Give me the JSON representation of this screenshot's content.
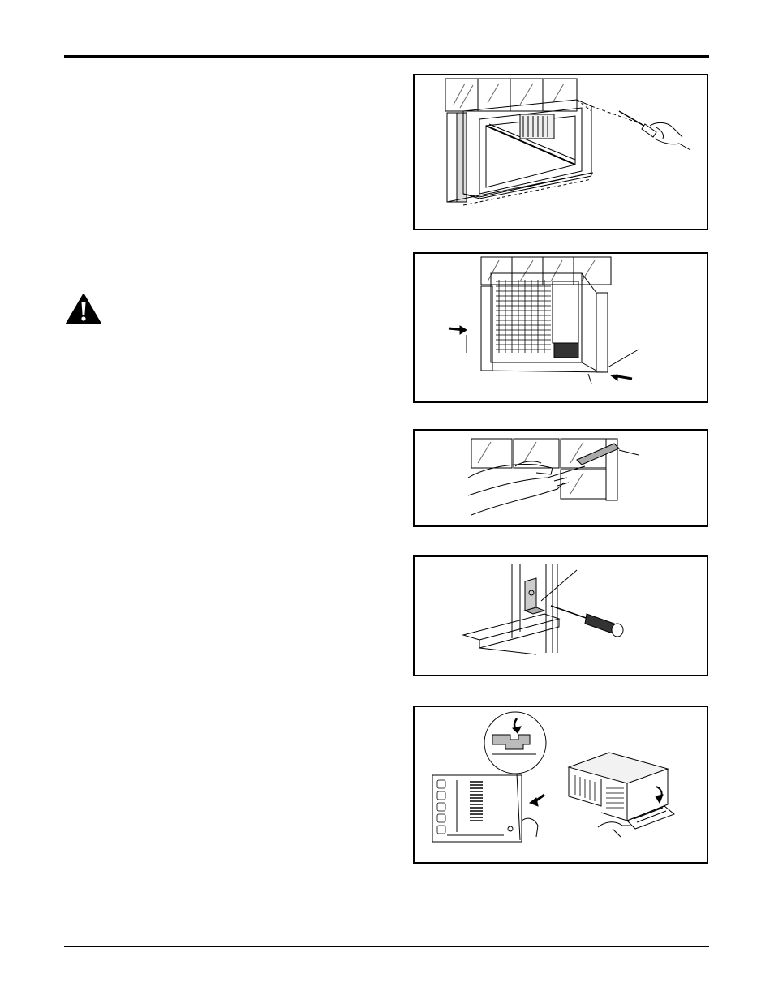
{
  "page": {
    "background": "#ffffff",
    "ink": "#000000"
  },
  "icons": {
    "warning": "warning-triangle-icon"
  },
  "figures": [
    {
      "name": "install-frame-screw-figure",
      "depicts": "frame-in-window-with-screwdriver"
    },
    {
      "name": "unit-in-window-figure",
      "depicts": "air-conditioner-in-window"
    },
    {
      "name": "foam-seal-figure",
      "depicts": "hands-applying-foam-strip"
    },
    {
      "name": "lock-bracket-figure",
      "depicts": "sash-lock-bracket-screw"
    },
    {
      "name": "front-grille-figure",
      "depicts": "attach-front-grille"
    }
  ]
}
